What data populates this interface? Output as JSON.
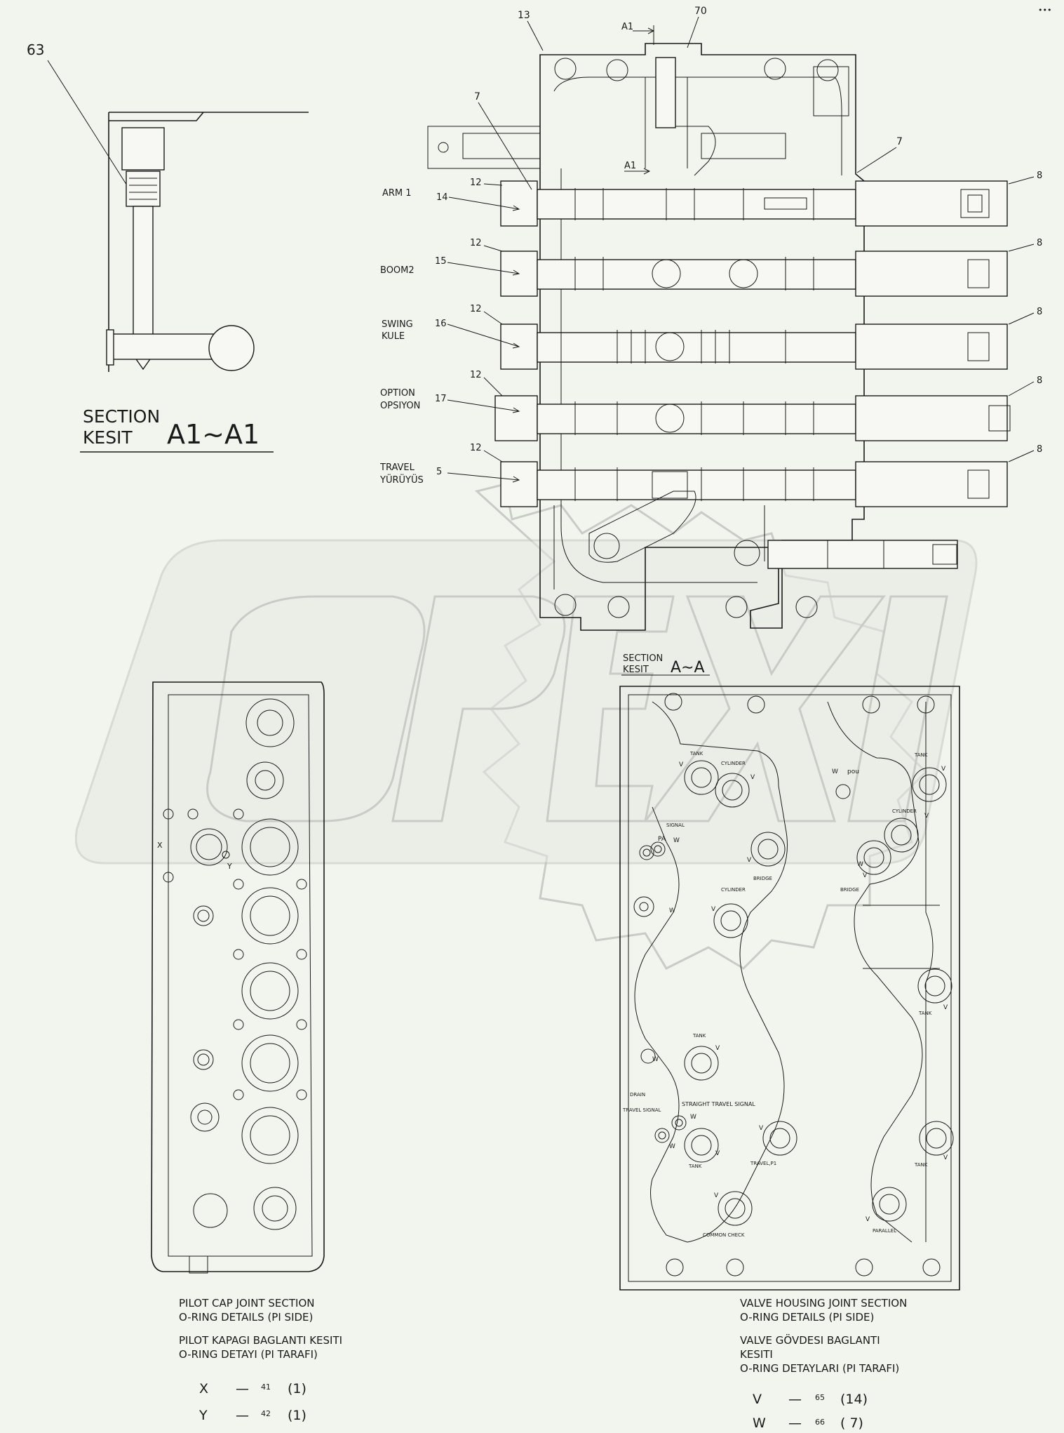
{
  "corner_mark": "•••",
  "section_a1": {
    "callout": "63",
    "title_en": "SECTION",
    "title_tr": "KESIT",
    "ident": "A1∼A1"
  },
  "main_view": {
    "callouts": {
      "c13": "13",
      "c70": "70",
      "a1_top": "A1",
      "a1_mid": "A1",
      "c7_left": "7",
      "c7_right": "7",
      "c12": [
        "12",
        "12",
        "12",
        "12",
        "12"
      ],
      "c8": [
        "8",
        "8",
        "8",
        "8",
        "8"
      ],
      "spools": [
        "14",
        "15",
        "16",
        "17",
        "5"
      ]
    },
    "rows": [
      {
        "label1": "ARM 1",
        "label2": ""
      },
      {
        "label1": "BOOM2",
        "label2": ""
      },
      {
        "label1": "SWING",
        "label2": "KULE"
      },
      {
        "label1": "OPTION",
        "label2": "OPSIYON"
      },
      {
        "label1": "TRAVEL",
        "label2": "YÜRÜYÜS"
      }
    ]
  },
  "section_a": {
    "title_en": "SECTION",
    "title_tr": "KESIT",
    "ident": "A∼A"
  },
  "pilot_cap": {
    "port_x": "X",
    "port_y": "Y",
    "caption": [
      "PILOT CAP JOINT SECTION",
      "O-RING DETAILS (PI SIDE)",
      "PILOT KAPAGI BAGLANTI KESITI",
      "O-RING DETAYI (PI TARAFI)"
    ],
    "legend": [
      {
        "key": "X",
        "dash": "—",
        "part": "41",
        "qty": "(1)"
      },
      {
        "key": "Y",
        "dash": "—",
        "part": "42",
        "qty": "(1)"
      }
    ]
  },
  "valve_housing": {
    "port_labels": {
      "tank1": "TANK",
      "cylinder1": "CYLINDER",
      "pa": "PA",
      "signal": "SIGNAL",
      "bridge1": "BRIDGE",
      "cylinder2": "CYLINDER",
      "pou": "pou",
      "tank2": "TANK",
      "cylinder3": "CYLINDER",
      "bridge2": "BRIDGE",
      "tank3": "TANK",
      "tank4": "TANK",
      "drain": "DRAIN",
      "travel_signal": "TRAVEL SIGNAL",
      "straight_travel_signal": "STRAIGHT TRAVEL SIGNAL",
      "tank5": "TANK",
      "travel_p1": "TRAVEL,P1",
      "common_check": "COMMON CHECK",
      "tank6": "TANK",
      "parallel": "PARALLEL"
    },
    "mark_v": "V",
    "mark_w": "W",
    "caption": [
      "VALVE HOUSING JOINT SECTION",
      "O-RING DETAILS (PI SIDE)",
      "VALVE GÖVDESI BAGLANTI",
      "KESITI",
      "O-RING DETAYLARI (PI TARAFI)"
    ],
    "legend": [
      {
        "key": "V",
        "dash": "—",
        "part": "65",
        "qty": "(14)"
      },
      {
        "key": "W",
        "dash": "—",
        "part": "66",
        "qty": "( 7)"
      }
    ]
  }
}
